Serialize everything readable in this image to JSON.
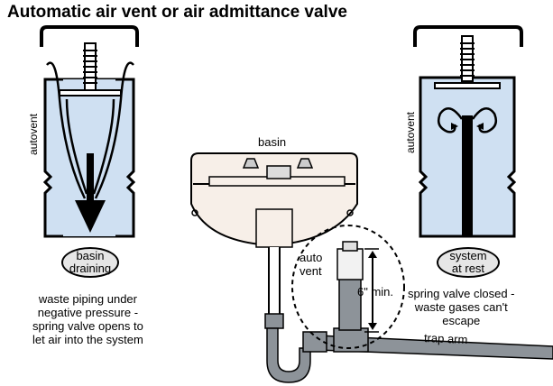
{
  "title": "Automatic air vent or air admittance valve",
  "labels": {
    "autovent_left": "autovent",
    "autovent_right": "autovent",
    "basin": "basin",
    "basin_draining": [
      "basin",
      "draining"
    ],
    "system_at_rest": [
      "system",
      "at rest"
    ],
    "auto_vent": [
      "auto",
      "vent"
    ],
    "six_min": "6\" min.",
    "trap_arm": "trap arm"
  },
  "captions": {
    "left": [
      "waste piping under",
      "negative pressure -",
      "spring valve opens to",
      "let air into the system"
    ],
    "right": [
      "spring valve closed -",
      "waste gases can't",
      "escape"
    ]
  },
  "colors": {
    "valve_fill": "#cfe0f2",
    "basin_fill": "#f7efe8",
    "pipe_fill": "#8d9399",
    "oval_fill": "#e6e6e6"
  }
}
